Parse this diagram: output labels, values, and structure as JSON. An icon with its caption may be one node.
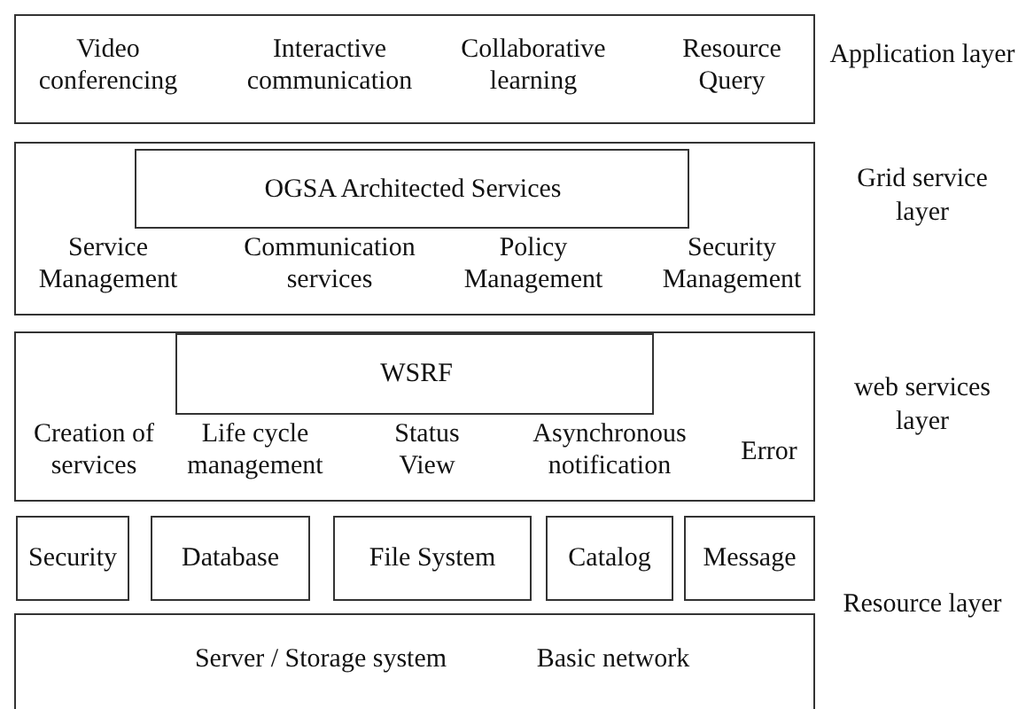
{
  "diagram": {
    "nodes": [
      {
        "text": [
          "Video conferencing",
          "Interactive communication",
          "Collaborative learning",
          "Resource Query"
        ],
        "beside": [
          "Application layer"
        ]
      },
      {
        "text": [
          "Service Management",
          "Communication services",
          "Policy Management",
          "Security Management"
        ],
        "beside": [
          "Grid service layer"
        ]
      },
      {
        "text": [
          "OGSA Architected Services"
        ],
        "in": 1
      },
      {
        "text": [
          "Creation of services",
          "Life cycle management",
          "Status View",
          "Asynchronous notification",
          "Error"
        ],
        "beside": [
          "web services layer"
        ]
      },
      {
        "text": [
          "WSRF"
        ],
        "in": 3
      },
      {
        "text": [
          "Security"
        ]
      },
      {
        "text": [
          "Database"
        ]
      },
      {
        "text": [
          "File System"
        ]
      },
      {
        "text": [
          "Catalog"
        ]
      },
      {
        "text": [
          "Message"
        ]
      },
      {
        "text": [
          "Server / Storage system",
          "Basic network"
        ]
      }
    ],
    "edges": [],
    "labels": [
      "Resource layer"
    ]
  }
}
